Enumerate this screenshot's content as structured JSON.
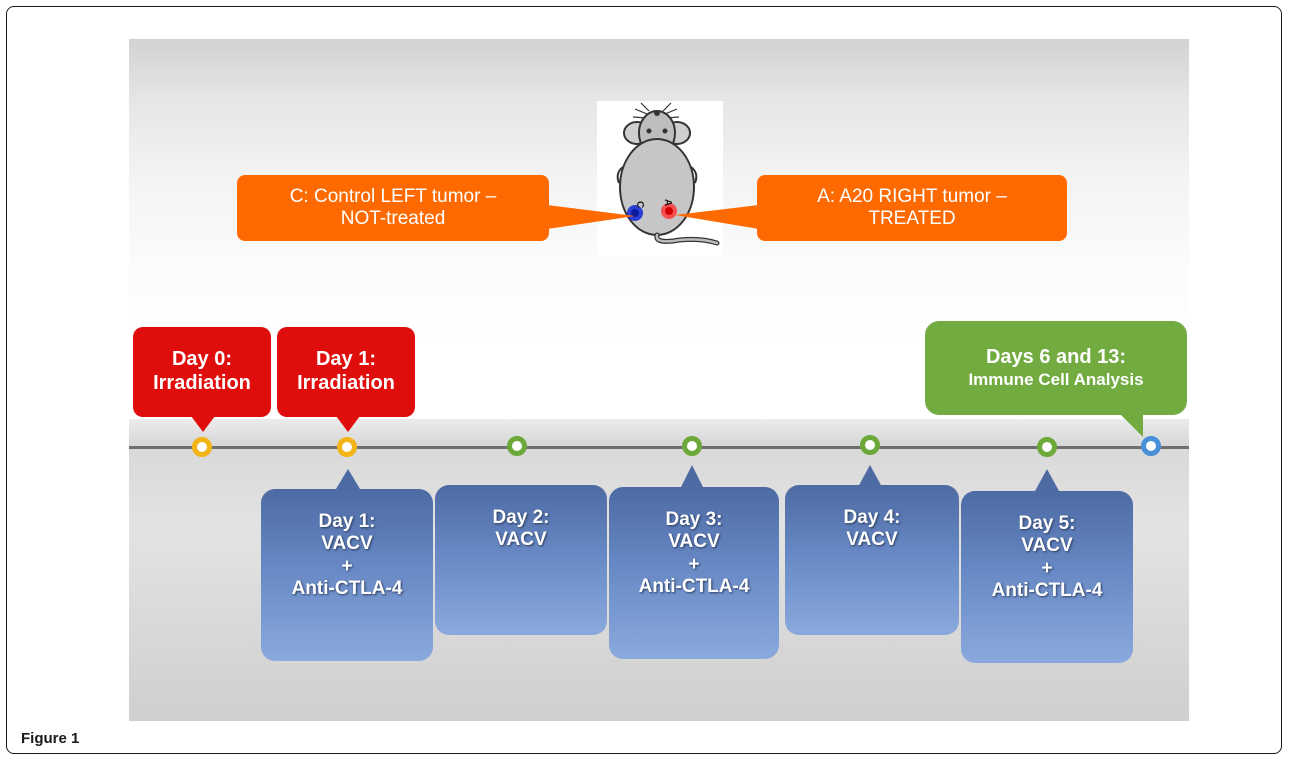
{
  "caption": "Figure 1",
  "mouse": {
    "left_tumor_letter": "C",
    "right_tumor_letter": "A"
  },
  "callouts": {
    "left": {
      "line1": "C: Control LEFT tumor –",
      "line2": "NOT-treated"
    },
    "right": {
      "line1": "A: A20 RIGHT tumor –",
      "line2": "TREATED"
    }
  },
  "timeline_top": [
    {
      "line1": "Day 0:",
      "line2": "Irradiation",
      "color": "#e00d0d"
    },
    {
      "line1": "Day 1:",
      "line2": "Irradiation",
      "color": "#e00d0d"
    },
    {
      "line1": "Days 6 and 13:",
      "line2": "Immune Cell Analysis",
      "color": "#72ab3f"
    }
  ],
  "timeline_bottom": [
    {
      "lines": [
        "Day 1:",
        "VACV",
        "+",
        "Anti-CTLA-4"
      ]
    },
    {
      "lines": [
        "Day 2:",
        "VACV"
      ]
    },
    {
      "lines": [
        "Day 3:",
        "VACV",
        "+",
        "Anti-CTLA-4"
      ]
    },
    {
      "lines": [
        "Day 4:",
        "VACV"
      ]
    },
    {
      "lines": [
        "Day 5:",
        "VACV",
        "+",
        "Anti-CTLA-4"
      ]
    }
  ],
  "colors": {
    "node_irradiation": "#f3b417",
    "node_vacv": "#6da83a",
    "node_analysis": "#4a90d9",
    "callout_orange": "#ff6a00",
    "callout_red": "#e00d0d",
    "callout_green": "#72ab3f",
    "box_blue": "#6788c4"
  }
}
